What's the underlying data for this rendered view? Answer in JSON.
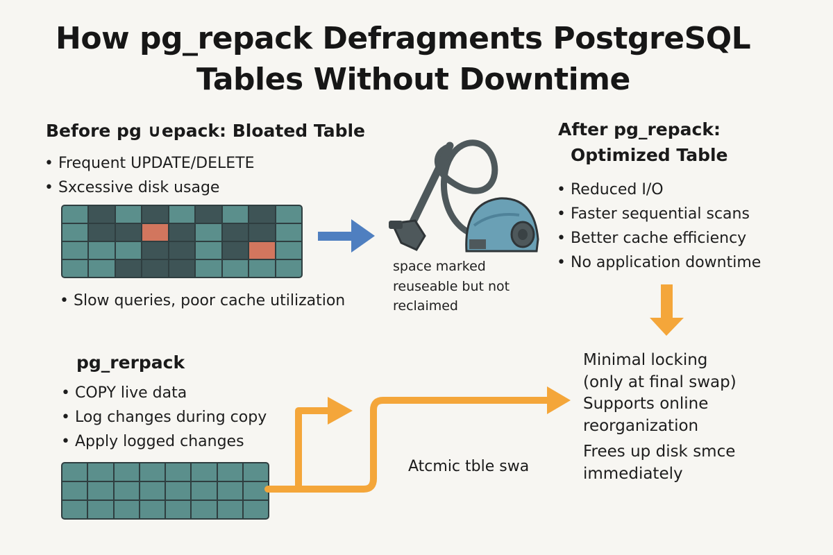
{
  "title": {
    "line1": "How pg_repack Defragments PostgreSQL",
    "line2": "Tables Without Downtime"
  },
  "before": {
    "heading": "Before pg ∪epack: Bloated Table",
    "bullets": [
      "Frequent UPDATE/DELETE",
      "Sxcessive disk usage"
    ],
    "footer_bullet": "Slow queries, poor cache utilization"
  },
  "vacuum_caption": [
    "space marked",
    "reuseable but not",
    "reclaimed"
  ],
  "after": {
    "heading_line1": "After pg_repack:",
    "heading_line2": "Optimized Table",
    "bullets": [
      "Reduced I/O",
      "Faster sequential scans",
      "Better cache efficiency",
      "No application downtime"
    ]
  },
  "process": {
    "heading": "pg_rerpack",
    "bullets": [
      "COPY live data",
      "Log changes during copy",
      "Apply logged changes"
    ]
  },
  "swap_label": "Atcmic tble swa",
  "benefits": [
    "Minimal locking",
    "(only at final swap)",
    "Supports online",
    "reorganization",
    "Frees up disk smce",
    "immediately"
  ],
  "colors": {
    "arrow_blue": "#4f7fc0",
    "arrow_orange": "#f4a63a",
    "cell_teal": "#5b8f8c",
    "cell_dark": "#3e5456",
    "cell_bloat": "#d2765e",
    "vacuum_body": "#6aa0b5"
  },
  "icons": [
    "vacuum-cleaner-icon",
    "right-arrow-icon",
    "down-arrow-icon",
    "orange-flow-arrow-icon"
  ]
}
